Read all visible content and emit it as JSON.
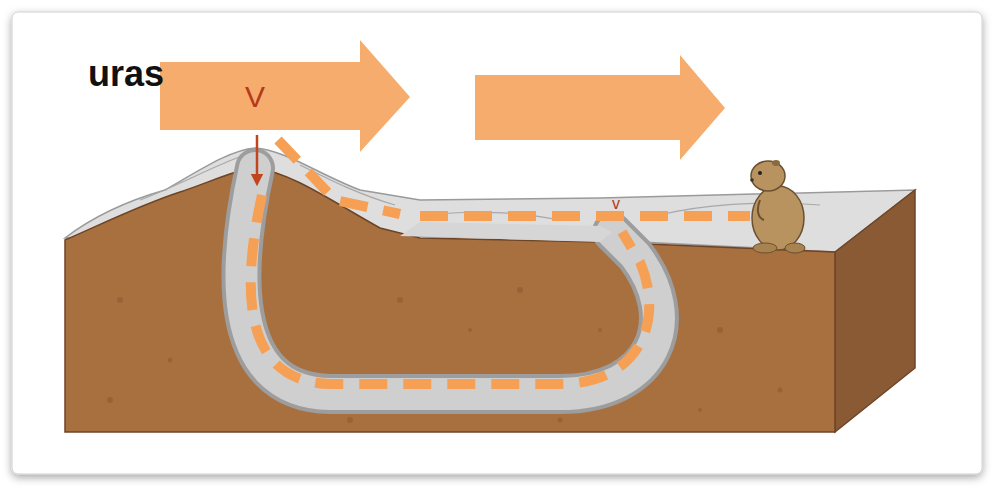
{
  "diagram": {
    "labels": [
      "uras",
      "V",
      "v"
    ]
  }
}
